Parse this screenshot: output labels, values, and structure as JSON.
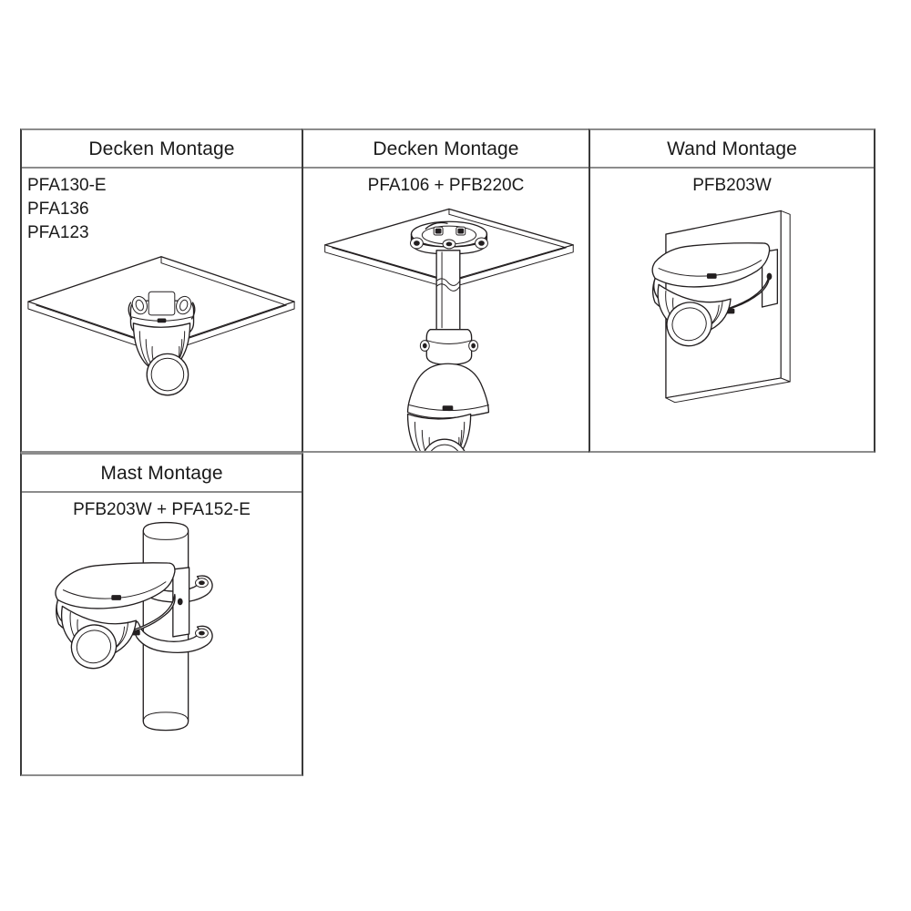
{
  "document": {
    "kind": "mounting-options-diagram",
    "background_color": "#ffffff",
    "line_color": "#231f20",
    "border_color_vertical": "#3a3a3a",
    "border_color_horizontal": "#8c8c8c",
    "text_color": "#1a1a1a"
  },
  "table": {
    "rows": [
      {
        "cells": [
          {
            "id": "ceiling-mount-a",
            "header": "Decken Montage",
            "models": "PFA130-E\nPFA136\nPFA123",
            "models_align": "left",
            "illustration": "ceiling-plate-with-eyeball-dome-camera"
          },
          {
            "id": "ceiling-mount-b",
            "header": "Decken Montage",
            "models": "PFA106 + PFB220C",
            "models_align": "center",
            "illustration": "ceiling-plate-with-pendant-pole-and-dome-camera"
          },
          {
            "id": "wall-mount",
            "header": "Wand Montage",
            "models": "PFB203W",
            "models_align": "center",
            "illustration": "wall-panel-with-wall-bracket-and-dome-camera"
          }
        ]
      },
      {
        "cells": [
          {
            "id": "pole-mount",
            "header": "Mast Montage",
            "models": "PFB203W + PFA152-E",
            "models_align": "center",
            "illustration": "vertical-pole-with-two-clamps-bracket-and-dome-camera"
          }
        ]
      }
    ]
  }
}
